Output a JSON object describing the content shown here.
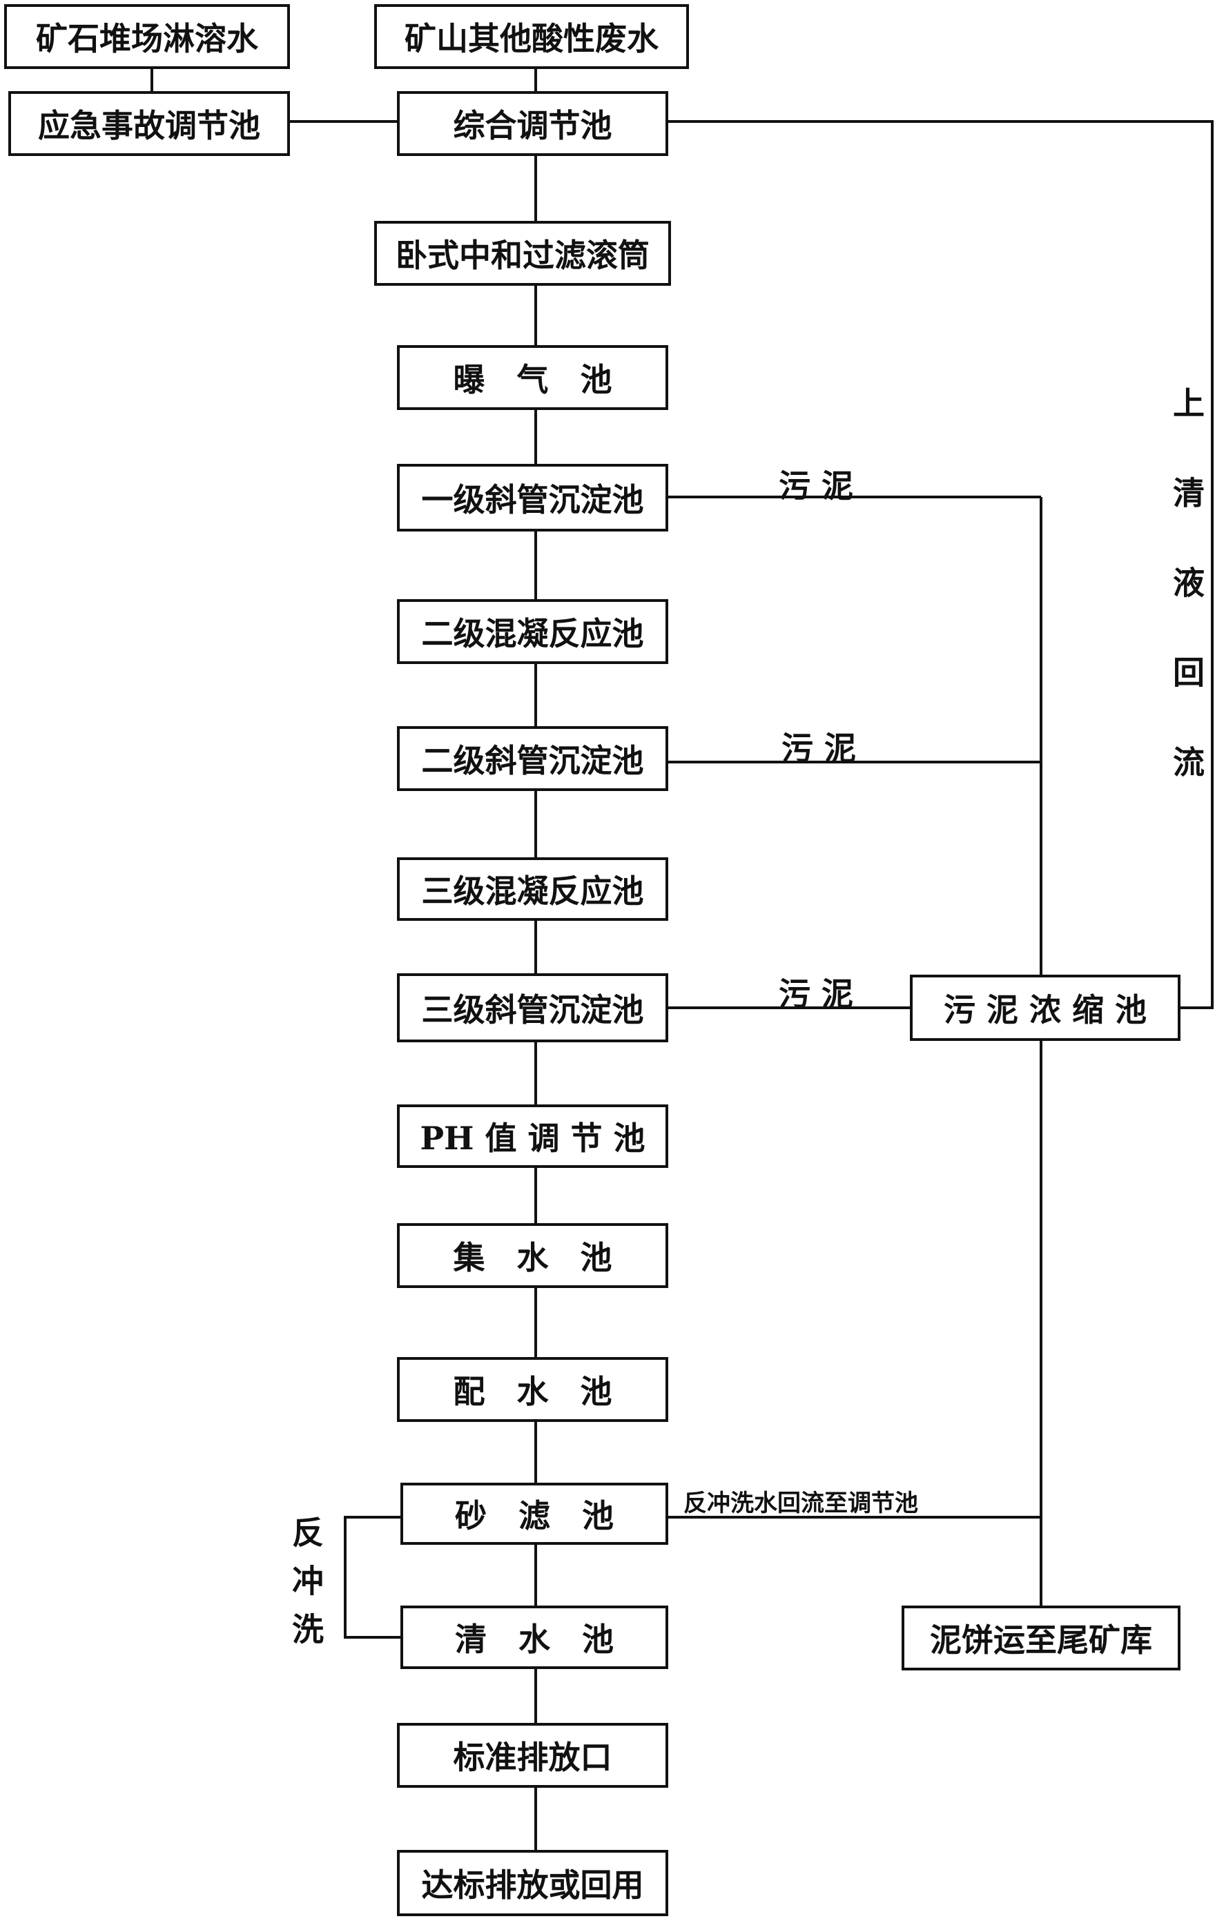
{
  "sources": {
    "ore_leachate": "矿石堆场淋溶水",
    "other_acidic_wastewater": "矿山其他酸性废水",
    "emergency_pond": "应急事故调节池"
  },
  "process": {
    "comprehensive_pond": "综合调节池",
    "neutralization_filter": "卧式中和过滤滚筒",
    "aeration_tank": "曝　气　池",
    "settler_1": "一级斜管沉淀池",
    "coagulation_2": "二级混凝反应池",
    "settler_2": "二级斜管沉淀池",
    "coagulation_3": "三级混凝反应池",
    "settler_3": "三级斜管沉淀池",
    "ph_pond": "PH 值 调 节 池",
    "collection_pond": "集　水　池",
    "distribution_pond": "配　水　池",
    "sand_filter": "砂　滤　池",
    "clear_water_pond": "清　水　池",
    "discharge_outlet": "标准排放口",
    "final": "达标排放或回用"
  },
  "sludge": {
    "thickener": "污 泥 浓 缩 池",
    "cake_transport": "泥饼运至尾矿库",
    "label_1": "污 泥",
    "label_2": "污 泥",
    "label_3": "污 泥"
  },
  "labels": {
    "supernatant_return": "上清液回流",
    "backwash_return": "反冲洗水回流至调节池",
    "backwash": "反冲洗"
  }
}
